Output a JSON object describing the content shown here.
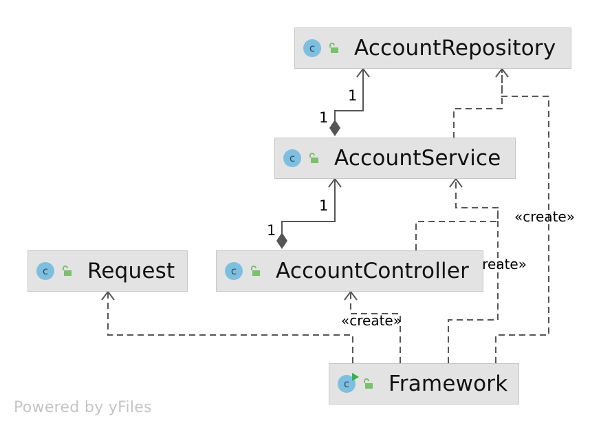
{
  "classes": {
    "account_repository": {
      "name": "AccountRepository",
      "kind_icon": "class-icon",
      "visibility_icon": "unlocked-icon"
    },
    "account_service": {
      "name": "AccountService",
      "kind_icon": "class-icon",
      "visibility_icon": "unlocked-icon"
    },
    "account_controller": {
      "name": "AccountController",
      "kind_icon": "class-icon",
      "visibility_icon": "unlocked-icon"
    },
    "request": {
      "name": "Request",
      "kind_icon": "class-icon",
      "visibility_icon": "unlocked-icon"
    },
    "framework": {
      "name": "Framework",
      "kind_icon": "runnable-class-icon",
      "visibility_icon": "unlocked-icon"
    }
  },
  "class_icon_letter": "c",
  "edges": {
    "service_repository": {
      "type": "composition",
      "source_multiplicity": "1",
      "target_multiplicity": "1"
    },
    "controller_service": {
      "type": "composition",
      "source_multiplicity": "1",
      "target_multiplicity": "1"
    },
    "framework_request": {
      "type": "dependency"
    },
    "framework_controller": {
      "type": "dependency",
      "label": "«create»"
    },
    "framework_service": {
      "type": "dependency",
      "label": "«create»"
    },
    "framework_repository": {
      "type": "dependency",
      "label": "«create»"
    },
    "controller_service_dep": {
      "type": "dependency"
    },
    "service_repository_dep": {
      "type": "dependency"
    }
  },
  "footer": {
    "text": "Powered by yFiles"
  },
  "colors": {
    "node_fill": "#e3e3e3",
    "node_border": "#c6c6c6",
    "edge": "#555555",
    "class_icon": "#7ebfdf",
    "lock_icon": "#7cbf6c",
    "run_marker": "#3ab04a",
    "footer_text": "#c4c4c4"
  }
}
